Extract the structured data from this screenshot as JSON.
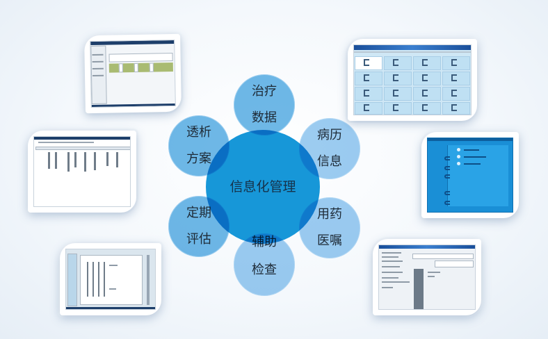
{
  "diagram": {
    "hub": {
      "label": "信息化管理",
      "color": "#1797d8"
    },
    "spokes": [
      {
        "id": "treatment-data",
        "line1": "治疗",
        "line2": "数据",
        "position": "top"
      },
      {
        "id": "medical-record",
        "line1": "病历",
        "line2": "信息",
        "position": "upper-right"
      },
      {
        "id": "medication-orders",
        "line1": "用药",
        "line2": "医嘱",
        "position": "lower-right"
      },
      {
        "id": "auxiliary-exam",
        "line1": "辅助",
        "line2": "检查",
        "position": "bottom"
      },
      {
        "id": "periodic-eval",
        "line1": "定期",
        "line2": "评估",
        "position": "lower-left"
      },
      {
        "id": "dialysis-plan",
        "line1": "透析",
        "line2": "方案",
        "position": "upper-left"
      }
    ],
    "spoke_color": "#4faae2",
    "spoke_light_color": "#8cc4ee"
  },
  "screenshots": [
    {
      "id": "top-left",
      "description": "schedule grid with green row"
    },
    {
      "id": "mid-left",
      "description": "data table with toolbar"
    },
    {
      "id": "bottom-left",
      "description": "nested window list"
    },
    {
      "id": "top-right",
      "description": "patient tile grid"
    },
    {
      "id": "mid-right",
      "description": "blue notebook menu"
    },
    {
      "id": "bottom-right",
      "description": "form with sidebar"
    }
  ]
}
